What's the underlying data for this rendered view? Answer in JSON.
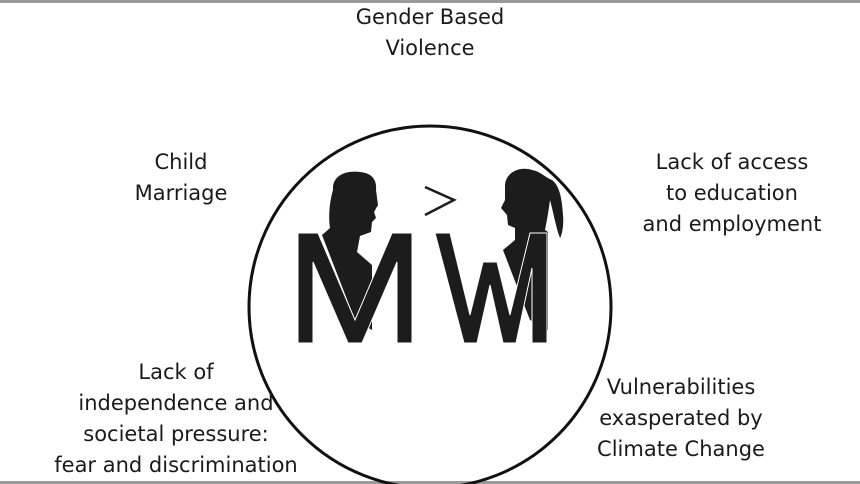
{
  "diagram": {
    "center_logo": {
      "letters": "MW",
      "symbol": ">"
    },
    "labels": {
      "top": [
        "Gender Based",
        "Violence"
      ],
      "upper_left": [
        "Child",
        "Marriage"
      ],
      "upper_right": [
        "Lack of access",
        "to education",
        "and employment"
      ],
      "lower_left": [
        "Lack of",
        "independence and",
        "societal pressure:",
        "fear and discrimination"
      ],
      "lower_right": [
        "Vulnerabilities",
        "exasperated by",
        "Climate Change"
      ]
    }
  }
}
